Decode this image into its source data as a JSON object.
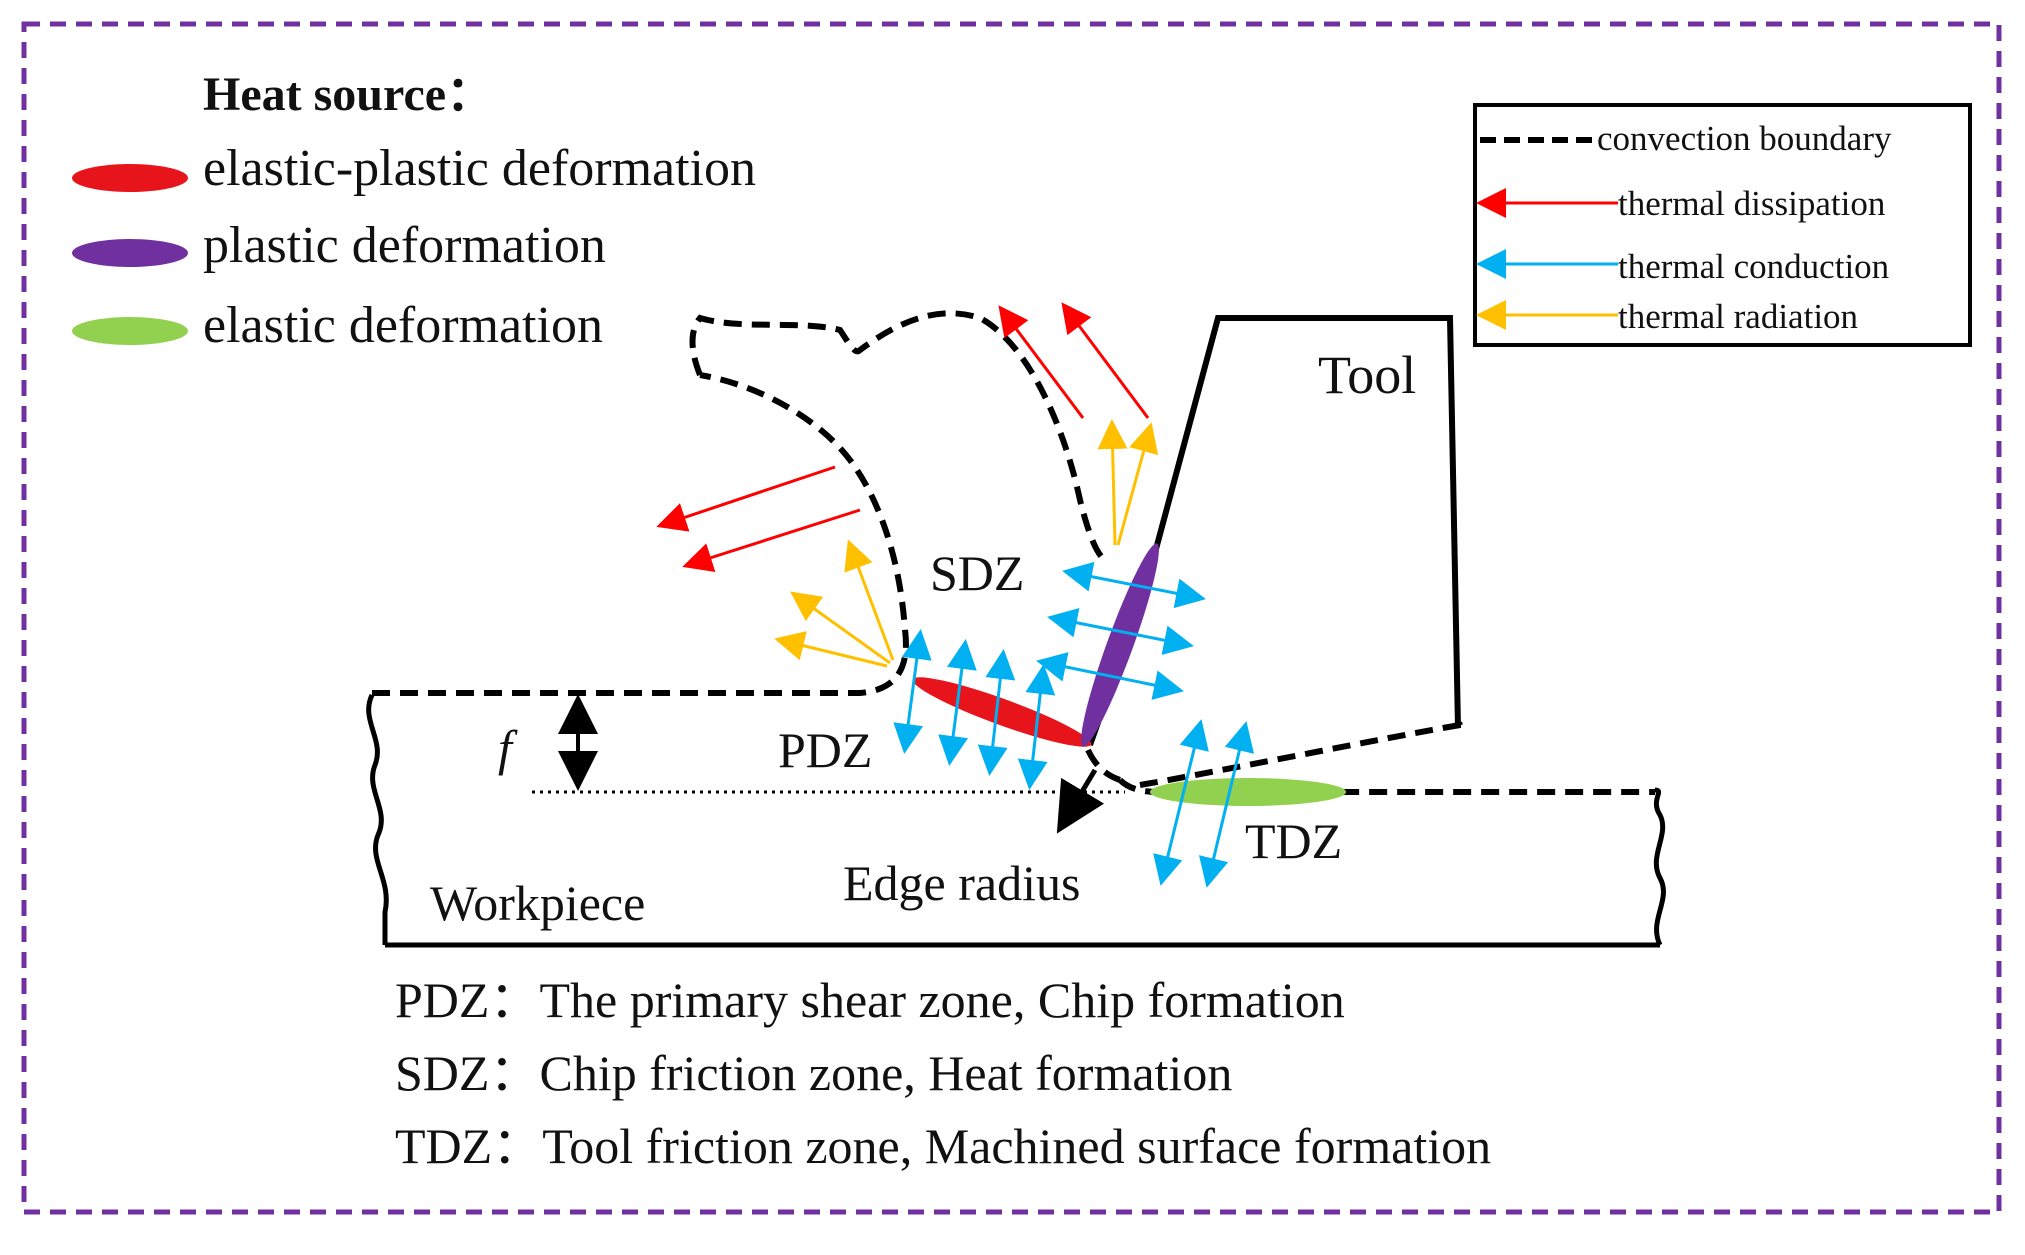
{
  "heat_source": {
    "title": "Heat source：",
    "items": [
      {
        "label": "elastic-plastic deformation",
        "color": "#e8141b"
      },
      {
        "label": "plastic deformation",
        "color": "#7030a0"
      },
      {
        "label": "elastic deformation",
        "color": "#92d050"
      }
    ]
  },
  "legend": {
    "items": [
      {
        "label": "convection boundary",
        "style": "dashed",
        "color": "#000000"
      },
      {
        "label": "thermal dissipation",
        "style": "arrow",
        "color": "#ff0000"
      },
      {
        "label": "thermal conduction",
        "style": "arrow",
        "color": "#00b0f0"
      },
      {
        "label": "thermal radiation",
        "style": "arrow",
        "color": "#ffc000"
      }
    ]
  },
  "labels": {
    "tool": "Tool",
    "workpiece": "Workpiece",
    "edge_radius": "Edge radius",
    "sdz": "SDZ",
    "pdz": "PDZ",
    "tdz": "TDZ",
    "feed": "f"
  },
  "definitions": [
    {
      "abbr": "PDZ：",
      "text": "The primary shear zone, Chip formation"
    },
    {
      "abbr": "SDZ：",
      "text": "Chip friction zone, Heat formation"
    },
    {
      "abbr": "TDZ：",
      "text": "Tool friction zone, Machined surface formation"
    }
  ],
  "colors": {
    "frame": "#7030a0",
    "dissipation": "#ff0000",
    "conduction": "#00b0f0",
    "radiation": "#ffc000"
  }
}
